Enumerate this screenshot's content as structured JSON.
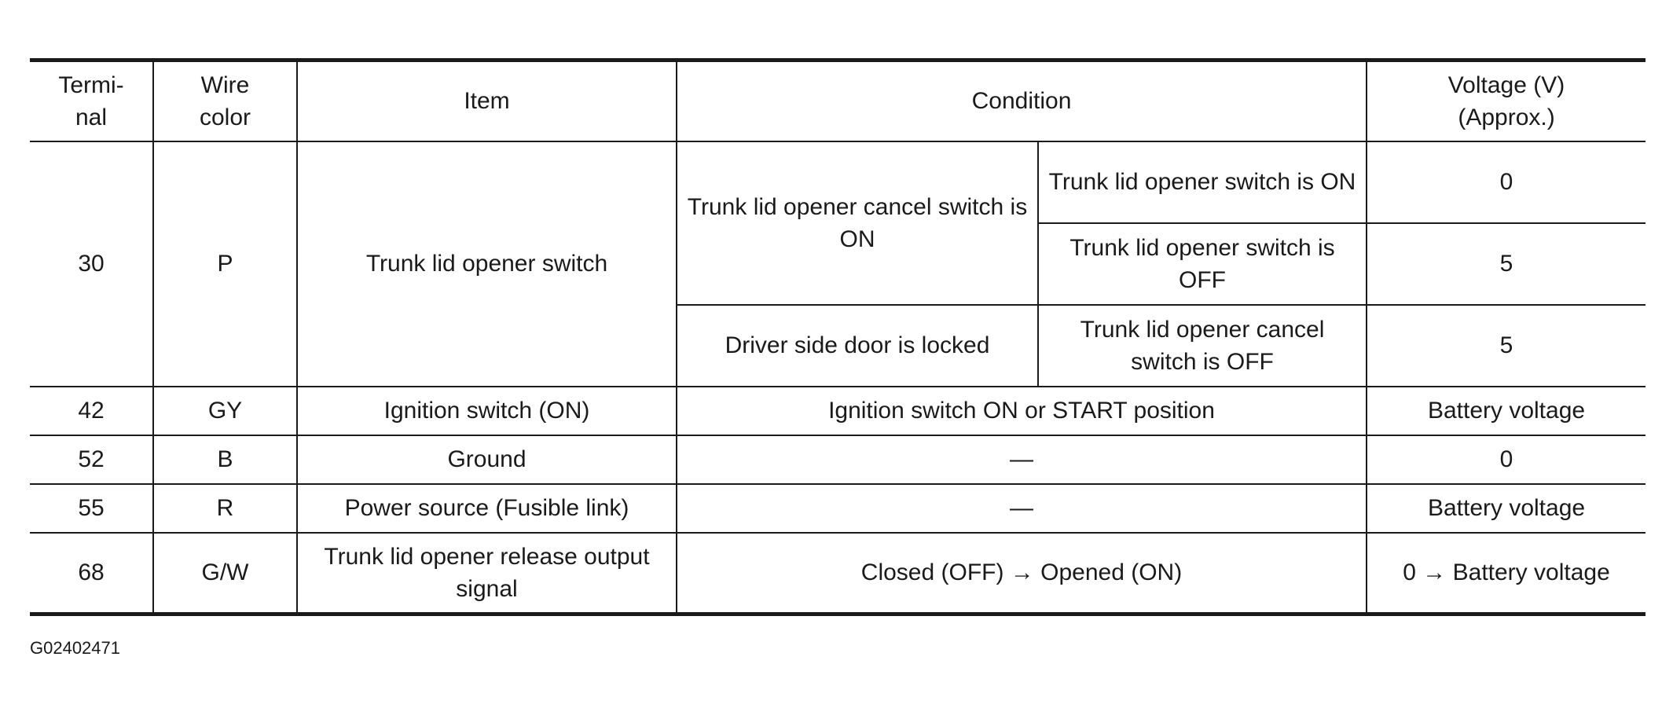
{
  "headers": {
    "terminal": "Termi-\nnal",
    "wire_color": "Wire\ncolor",
    "item": "Item",
    "condition": "Condition",
    "voltage": "Voltage (V)\n(Approx.)"
  },
  "rows": {
    "r30": {
      "terminal": "30",
      "wire_color": "P",
      "item": "Trunk lid opener switch",
      "cond_a_main": "Trunk lid opener cancel switch is ON",
      "cond_a1_sub": "Trunk lid opener switch is ON",
      "cond_a1_voltage": "0",
      "cond_a2_sub": "Trunk lid opener switch is OFF",
      "cond_a2_voltage": "5",
      "cond_b_main": "Driver side door is locked",
      "cond_b_sub": "Trunk lid opener cancel switch is OFF",
      "cond_b_voltage": "5"
    },
    "r42": {
      "terminal": "42",
      "wire_color": "GY",
      "item": "Ignition switch (ON)",
      "condition": "Ignition switch ON or START position",
      "voltage": "Battery voltage"
    },
    "r52": {
      "terminal": "52",
      "wire_color": "B",
      "item": "Ground",
      "condition": "—",
      "voltage": "0"
    },
    "r55": {
      "terminal": "55",
      "wire_color": "R",
      "item": "Power source (Fusible link)",
      "condition": "—",
      "voltage": "Battery voltage"
    },
    "r68": {
      "terminal": "68",
      "wire_color": "G/W",
      "item": "Trunk lid opener release output signal",
      "condition": "Closed (OFF) → Opened (ON)",
      "voltage": "0 → Battery voltage"
    }
  },
  "reference_code": "G02402471"
}
